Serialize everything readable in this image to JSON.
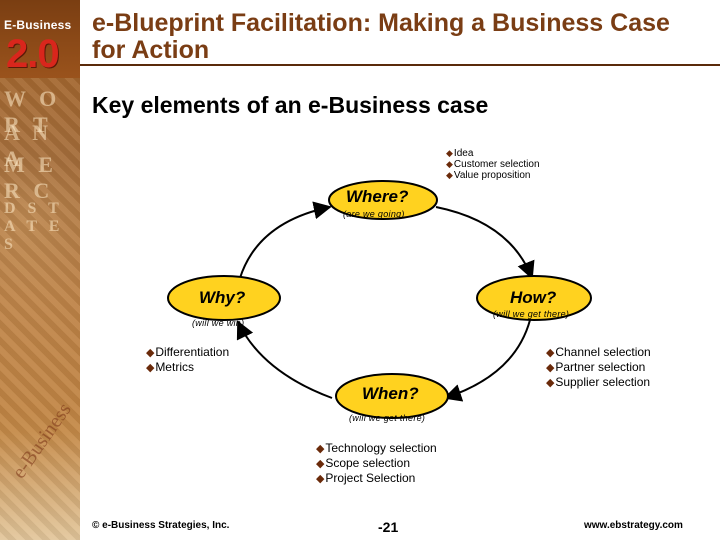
{
  "logo": {
    "top": "E-Business",
    "version": "2.0"
  },
  "strip_words": [
    "W O R T",
    "A N A",
    "M E R C",
    "D S T A T E S"
  ],
  "strip_diag": "e-Business",
  "title": "e-Blueprint Facilitation: Making a Business Case for Action",
  "subtitle": "Key elements of an e-Business case",
  "diagram": {
    "where": {
      "label": "Where?",
      "sub": "(are we going)",
      "bullets": [
        "Idea",
        "Customer selection",
        "Value proposition"
      ]
    },
    "why": {
      "label": "Why?",
      "sub": "(will we win)",
      "bullets": [
        "Differentiation",
        "Metrics"
      ]
    },
    "how": {
      "label": "How?",
      "sub": "(will we get there)",
      "bullets": [
        "Channel selection",
        "Partner selection",
        "Supplier selection"
      ]
    },
    "when": {
      "label": "When?",
      "sub": "(will we get there)",
      "bullets": [
        "Technology selection",
        "Scope selection",
        "Project Selection"
      ]
    }
  },
  "colors": {
    "node_fill": "#ffd21f",
    "title": "#7a3d14",
    "bullet": "#6a2a0a"
  },
  "footer": {
    "copyright": "© e-Business Strategies, Inc.",
    "page": "-21",
    "url": "www.ebstrategy.com"
  }
}
